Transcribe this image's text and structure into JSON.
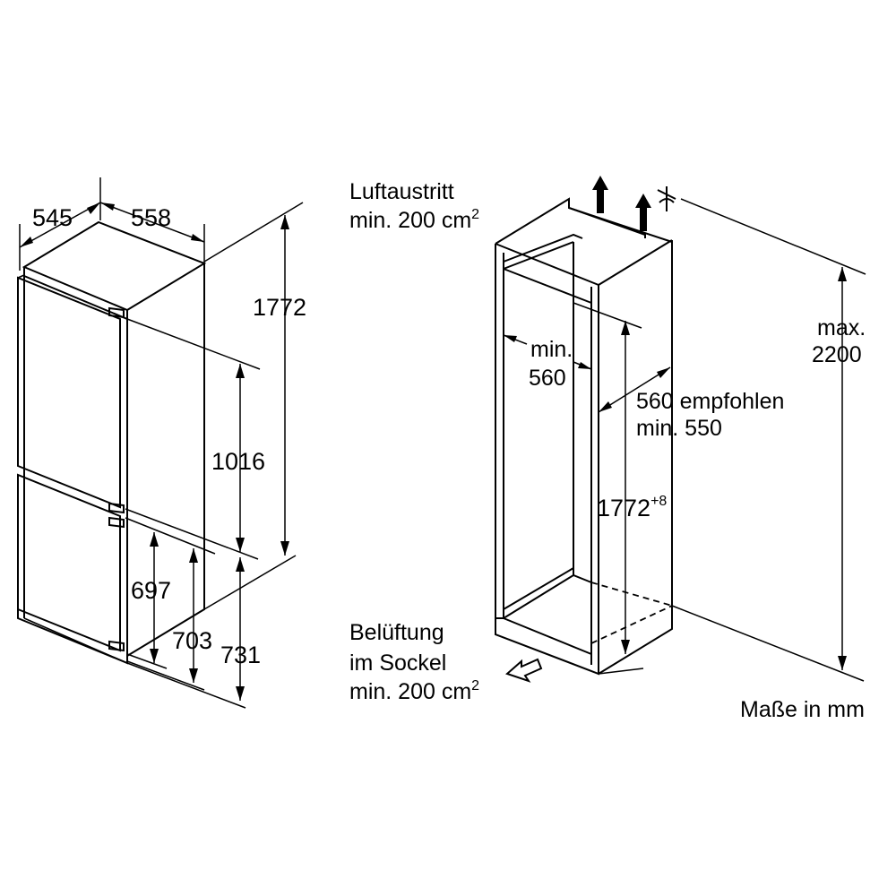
{
  "unit_note": "Maße in mm",
  "appliance": {
    "depth": "545",
    "width": "558",
    "height": "1772",
    "upper_door": "1016",
    "lower_door": "697",
    "lower_door_to_base": "703",
    "lower_to_floor": "731"
  },
  "niche": {
    "air_outlet_line1": "Luftaustritt",
    "air_outlet_line2": "min. 200 cm",
    "air_outlet_sup": "2",
    "air_inlet_line1": "Belüftung",
    "air_inlet_line2": "im Sockel",
    "air_inlet_line3": "min. 200 cm",
    "air_inlet_sup": "2",
    "min_width_line1": "min.",
    "min_width_line2": "560",
    "depth_line1": "560 empfohlen",
    "depth_line2": "min. 550",
    "niche_height": "1772",
    "niche_height_sup": "+8",
    "max_height_line1": "max.",
    "max_height_line2": "2200"
  }
}
